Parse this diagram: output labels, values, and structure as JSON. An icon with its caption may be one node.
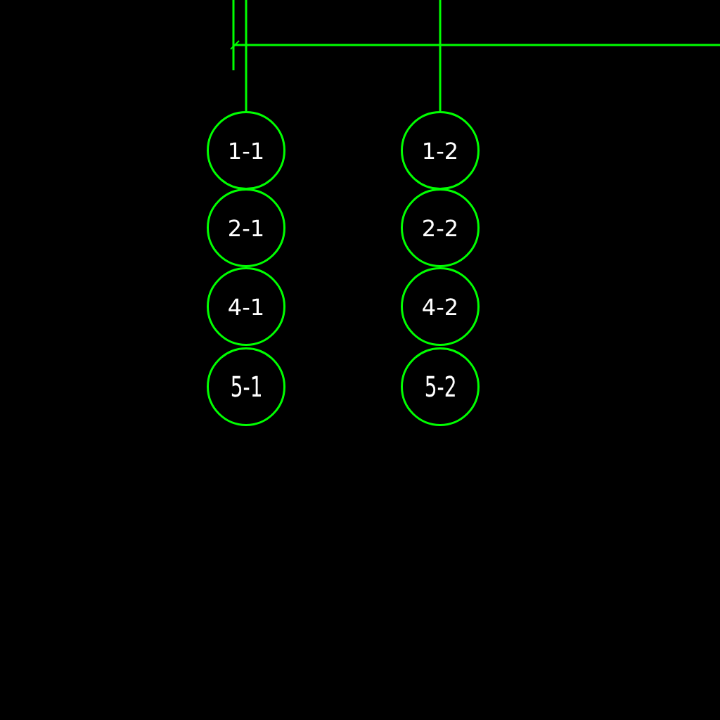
{
  "diagram": {
    "nodes": [
      {
        "text": [
          "1-1"
        ]
      },
      {
        "text": [
          "1-2"
        ]
      },
      {
        "text": [
          "2-1"
        ]
      },
      {
        "text": [
          "2-2"
        ]
      },
      {
        "text": [
          "4-1"
        ]
      },
      {
        "text": [
          "4-2"
        ]
      },
      {
        "text": [
          "5-1"
        ]
      },
      {
        "text": [
          "5-2"
        ]
      }
    ],
    "edges": [
      {
        "from": null,
        "to": 0,
        "arrow": "none"
      },
      {
        "from": null,
        "to": 1,
        "arrow": "none"
      }
    ]
  }
}
